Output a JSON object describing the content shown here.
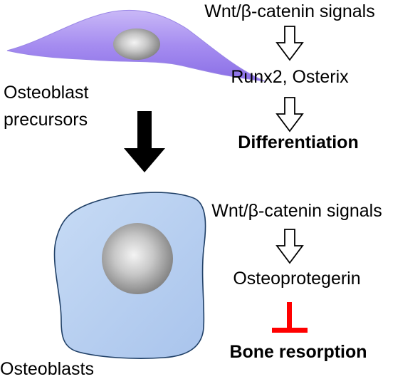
{
  "diagram": {
    "top": {
      "signal": "Wnt/β-catenin signals",
      "factors": "Runx2, Osterix",
      "outcome": "Differentiation"
    },
    "precursor_label_line1": "Osteoblast",
    "precursor_label_line2": "precursors",
    "bottom": {
      "signal": "Wnt/β-catenin signals",
      "factor": "Osteoprotegerin",
      "outcome": "Bone resorption"
    },
    "osteoblast_label": "Osteoblasts"
  },
  "colors": {
    "precursor_cell": "#a58cf0",
    "osteoblast_cell": "#b7cff0",
    "osteoblast_outline": "#1f3f66",
    "nucleus": "#9a9a9a",
    "inhibition": "#ff0000",
    "arrow": "#000000"
  },
  "icons": {
    "activation": "hollow-down-arrow-icon",
    "transition": "solid-down-arrow-icon",
    "inhibition": "inhibition-t-bar-icon"
  }
}
